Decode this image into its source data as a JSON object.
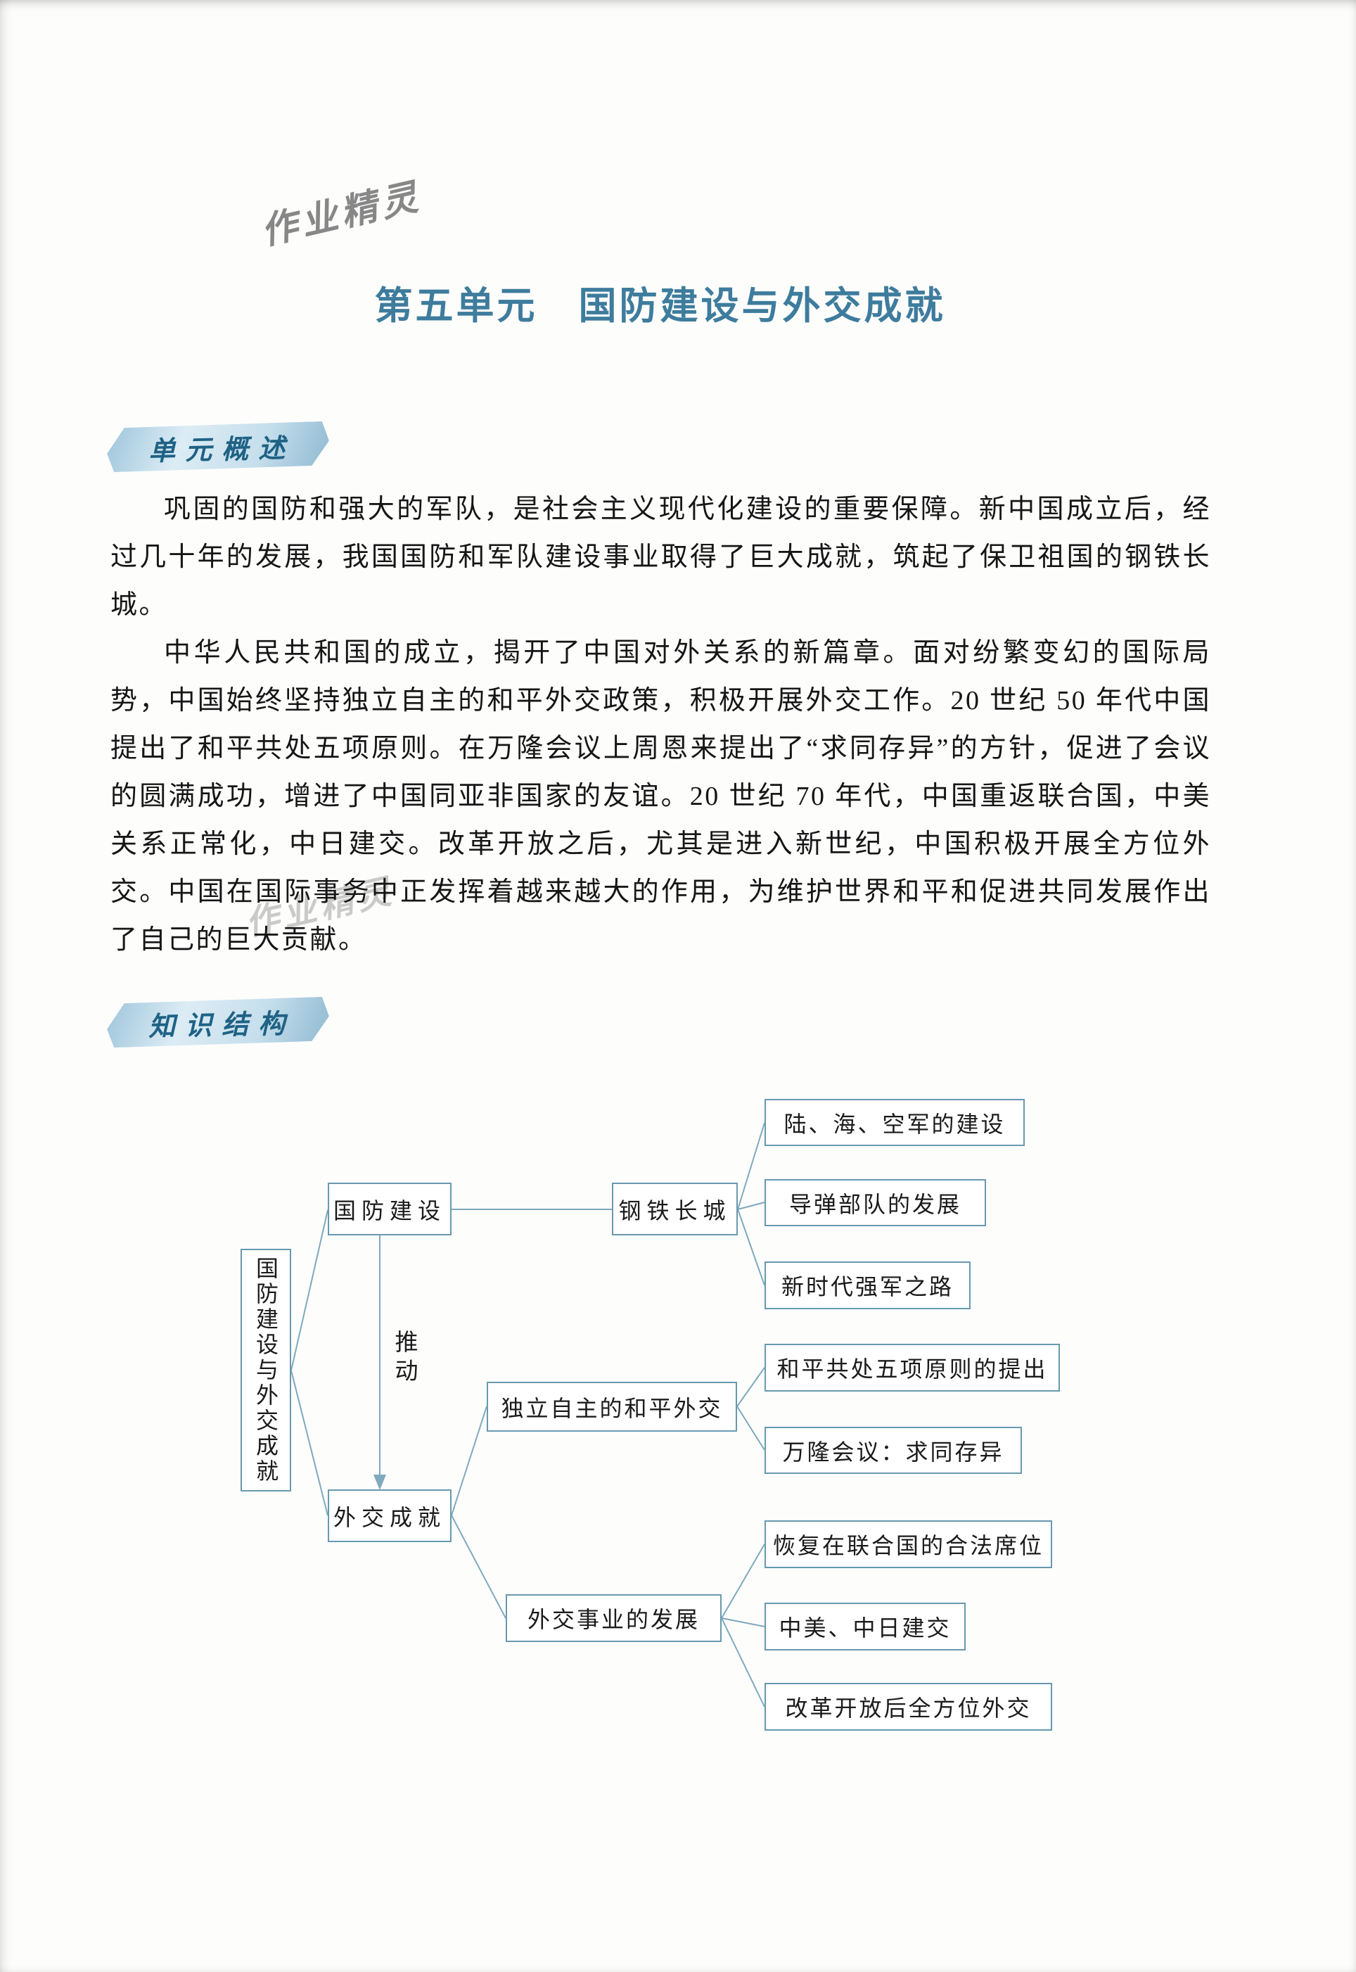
{
  "colors": {
    "title_accent": "#3e7c9d",
    "box_border": "#6899af",
    "connector": "#7fa9bd",
    "ribbon_fill": "#c6dfec",
    "ribbon_text": "#1f6285"
  },
  "watermarks": {
    "top": "作业精灵",
    "middle": "作业精灵"
  },
  "header": {
    "title": "第五单元　国防建设与外交成就"
  },
  "overview": {
    "badge": "单元概述",
    "paragraphs": [
      "巩固的国防和强大的军队，是社会主义现代化建设的重要保障。新中国成立后，经过几十年的发展，我国国防和军队建设事业取得了巨大成就，筑起了保卫祖国的钢铁长城。",
      "中华人民共和国的成立，揭开了中国对外关系的新篇章。面对纷繁变幻的国际局势，中国始终坚持独立自主的和平外交政策，积极开展外交工作。20 世纪 50 年代中国提出了和平共处五项原则。在万隆会议上周恩来提出了“求同存异”的方针，促进了会议的圆满成功，增进了中国同亚非国家的友谊。20 世纪 70 年代，中国重返联合国，中美关系正常化，中日建交。改革开放之后，尤其是进入新世纪，中国积极开展全方位外交。中国在国际事务中正发挥着越来越大的作用，为维护世界和平和促进共同发展作出了自己的巨大贡献。"
    ]
  },
  "structure": {
    "badge": "知识结构",
    "tree": {
      "root": "国防建设与外交成就",
      "promote_label": "推动",
      "defense": {
        "label": "国防建设"
      },
      "steel_wall": {
        "label": "钢铁长城",
        "children": [
          "陆、海、空军的建设",
          "导弹部队的发展",
          "新时代强军之路"
        ]
      },
      "diplomacy": {
        "label": "外交成就"
      },
      "independent_diplomacy": {
        "label": "独立自主的和平外交",
        "children": [
          "和平共处五项原则的提出",
          "万隆会议：求同存异"
        ]
      },
      "diplomatic_development": {
        "label": "外交事业的发展",
        "children": [
          "恢复在联合国的合法席位",
          "中美、中日建交",
          "改革开放后全方位外交"
        ]
      }
    }
  }
}
